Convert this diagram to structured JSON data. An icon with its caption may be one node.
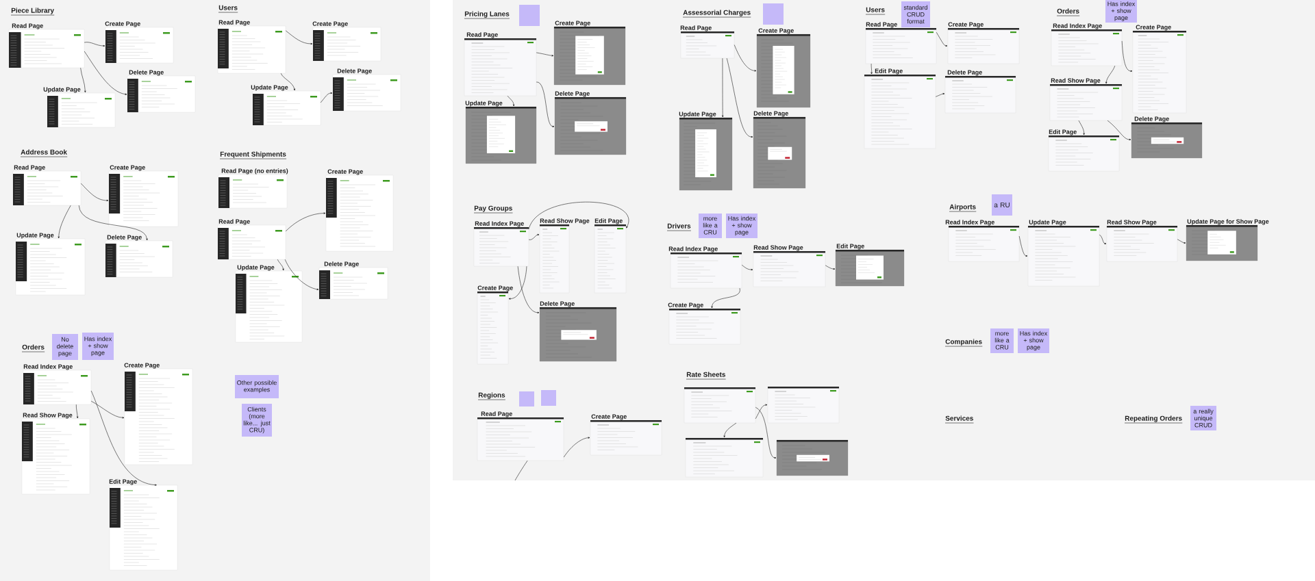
{
  "diagram": {
    "nodes": [
      {
        "text": [
          "Read Page"
        ]
      },
      {
        "text": [
          "Create Page"
        ]
      },
      {
        "text": [
          "Delete Page"
        ]
      },
      {
        "text": [
          "Update Page"
        ]
      },
      {
        "text": [
          "Read Page"
        ]
      },
      {
        "text": [
          "Create Page"
        ]
      },
      {
        "text": [
          "Delete Page"
        ]
      },
      {
        "text": [
          "Update Page"
        ]
      },
      {
        "text": [
          "Read Page"
        ]
      },
      {
        "text": [
          "Create Page"
        ]
      },
      {
        "text": [
          "Update Page"
        ]
      },
      {
        "text": [
          "Delete Page"
        ]
      },
      {
        "text": [
          "Read Page (no entries)"
        ]
      },
      {
        "text": [
          "Create Page"
        ]
      },
      {
        "text": [
          "Read Page"
        ]
      },
      {
        "text": [
          "Update Page"
        ]
      },
      {
        "text": [
          "Delete Page"
        ]
      },
      {
        "text": [
          "No delete page"
        ]
      },
      {
        "text": [
          "Has index + show page"
        ]
      },
      {
        "text": [
          "Read Index Page"
        ]
      },
      {
        "text": [
          "Create Page"
        ]
      },
      {
        "text": [
          "Read Show Page"
        ]
      },
      {
        "text": [
          "Edit Page"
        ]
      },
      {
        "text": [
          "Other possible examples"
        ]
      },
      {
        "text": [
          "Clients (more like... just CRU)"
        ]
      },
      {
        "text": [],
        "shape": "box"
      },
      {
        "text": [
          "Read Page"
        ]
      },
      {
        "text": [
          "Create Page"
        ]
      },
      {
        "text": [
          "Update Page"
        ]
      },
      {
        "text": [
          "Delete Page"
        ]
      },
      {
        "text": [],
        "shape": "box"
      },
      {
        "text": [
          "Read Page"
        ]
      },
      {
        "text": [
          "Create Page"
        ]
      },
      {
        "text": [
          "Update Page"
        ]
      },
      {
        "text": [
          "Delete Page"
        ]
      },
      {
        "text": [
          "standard CRUD format"
        ]
      },
      {
        "text": [
          "Read Page"
        ]
      },
      {
        "text": [
          "Create Page"
        ]
      },
      {
        "text": [
          "Edit Page"
        ]
      },
      {
        "text": [
          "Delete Page"
        ]
      },
      {
        "text": [
          "Has index + show page"
        ]
      },
      {
        "text": [
          "Read Index Page"
        ]
      },
      {
        "text": [
          "Create Page"
        ]
      },
      {
        "text": [
          "Read Show Page"
        ]
      },
      {
        "text": [
          "Delete Page"
        ]
      },
      {
        "text": [
          "Edit Page"
        ]
      },
      {
        "text": [
          "Read Index Page"
        ]
      },
      {
        "text": [
          "Read Show Page"
        ]
      },
      {
        "text": [
          "Edit Page"
        ]
      },
      {
        "text": [
          "Create Page"
        ]
      },
      {
        "text": [
          "Delete Page"
        ]
      },
      {
        "text": [
          "more like a CRU"
        ]
      },
      {
        "text": [
          "Has index + show page"
        ]
      },
      {
        "text": [
          "Read Index Page"
        ]
      },
      {
        "text": [
          "Read Show Page"
        ]
      },
      {
        "text": [
          "Edit Page"
        ]
      },
      {
        "text": [
          "Create Page"
        ]
      },
      {
        "text": [
          "a RU"
        ]
      },
      {
        "text": [
          "Read Index Page"
        ]
      },
      {
        "text": [
          "Update Page"
        ]
      },
      {
        "text": [
          "Read Show Page"
        ]
      },
      {
        "text": [
          "Update Page for Show Page"
        ]
      },
      {
        "text": [
          "more like a CRU"
        ]
      },
      {
        "text": [
          "Has index + show page"
        ]
      },
      {
        "text": [],
        "shape": "box"
      },
      {
        "text": [],
        "shape": "box"
      },
      {
        "text": [
          "Read Page"
        ]
      },
      {
        "text": [
          "Create Page"
        ]
      },
      {
        "text": [],
        "shape": "picture"
      },
      {
        "text": [],
        "shape": "picture"
      },
      {
        "text": [],
        "shape": "picture"
      },
      {
        "text": [],
        "shape": "picture"
      },
      {
        "text": [
          "a really unique CRUD"
        ]
      }
    ],
    "edges": [
      {
        "from": 0,
        "to": 1,
        "arrow": "to"
      },
      {
        "from": 0,
        "to": 3,
        "arrow": "to"
      },
      {
        "from": 0,
        "to": 2,
        "arrow": "to"
      },
      {
        "from": 4,
        "to": 5,
        "arrow": "to"
      },
      {
        "from": 4,
        "to": 7,
        "arrow": "to"
      },
      {
        "from": 7,
        "to": 6,
        "arrow": "to"
      },
      {
        "from": 8,
        "to": 9,
        "arrow": "to"
      },
      {
        "from": 8,
        "to": 10,
        "arrow": "to"
      },
      {
        "from": 8,
        "to": 11,
        "arrow": "to"
      },
      {
        "from": 14,
        "to": 13,
        "arrow": "to"
      },
      {
        "from": 14,
        "to": 15,
        "arrow": "to"
      },
      {
        "from": 14,
        "to": 16,
        "arrow": "to"
      },
      {
        "from": 19,
        "to": 21,
        "arrow": "to"
      },
      {
        "from": 19,
        "to": 20,
        "arrow": "to"
      },
      {
        "from": 19,
        "to": 22,
        "arrow": "to"
      },
      {
        "from": 26,
        "to": 27,
        "arrow": "to"
      },
      {
        "from": 26,
        "to": 28,
        "arrow": "to"
      },
      {
        "from": 26,
        "to": 29,
        "arrow": "to"
      },
      {
        "from": 31,
        "to": 32,
        "arrow": "to"
      },
      {
        "from": 31,
        "to": 33,
        "arrow": "to"
      },
      {
        "from": 31,
        "to": 34,
        "arrow": "to"
      },
      {
        "from": 36,
        "to": 37,
        "arrow": "to"
      },
      {
        "from": 36,
        "to": 38,
        "arrow": "to"
      },
      {
        "from": 38,
        "to": 39,
        "arrow": "to"
      },
      {
        "from": 41,
        "to": 42,
        "arrow": "to"
      },
      {
        "from": 41,
        "to": 43,
        "arrow": "to"
      },
      {
        "from": 43,
        "to": 45,
        "arrow": "to"
      },
      {
        "from": 43,
        "to": 44,
        "arrow": "to"
      },
      {
        "from": 46,
        "to": 48,
        "arrow": "to"
      },
      {
        "from": 46,
        "to": 47,
        "arrow": "to"
      },
      {
        "from": 46,
        "to": 49,
        "arrow": "to"
      },
      {
        "from": 46,
        "to": 50,
        "arrow": "to"
      },
      {
        "from": 53,
        "to": 54,
        "arrow": "to"
      },
      {
        "from": 54,
        "to": 55,
        "arrow": "to"
      },
      {
        "from": 53,
        "to": 56,
        "arrow": "to"
      },
      {
        "from": 58,
        "to": 59,
        "arrow": "to"
      },
      {
        "from": 59,
        "to": 60,
        "arrow": "to"
      },
      {
        "from": 60,
        "to": 61,
        "arrow": "to"
      },
      {
        "from": 66,
        "to": 67,
        "arrow": "to"
      },
      {
        "from": 66,
        "to": null,
        "arrow": "none"
      },
      {
        "from": 68,
        "to": 69,
        "arrow": "to"
      },
      {
        "from": 68,
        "to": 70,
        "arrow": "to"
      },
      {
        "from": 68,
        "to": 71,
        "arrow": "to"
      }
    ],
    "labels": [
      "Piece Library",
      "Users",
      "Address Book",
      "Frequent Shipments",
      "Orders",
      "Pricing Lanes",
      "Assessorial Charges",
      "Users",
      "Orders",
      "Pay Groups",
      "Drivers",
      "Airports",
      "Companies",
      "Regions",
      "Rate Sheets",
      "Services",
      "Repeating Orders"
    ]
  }
}
